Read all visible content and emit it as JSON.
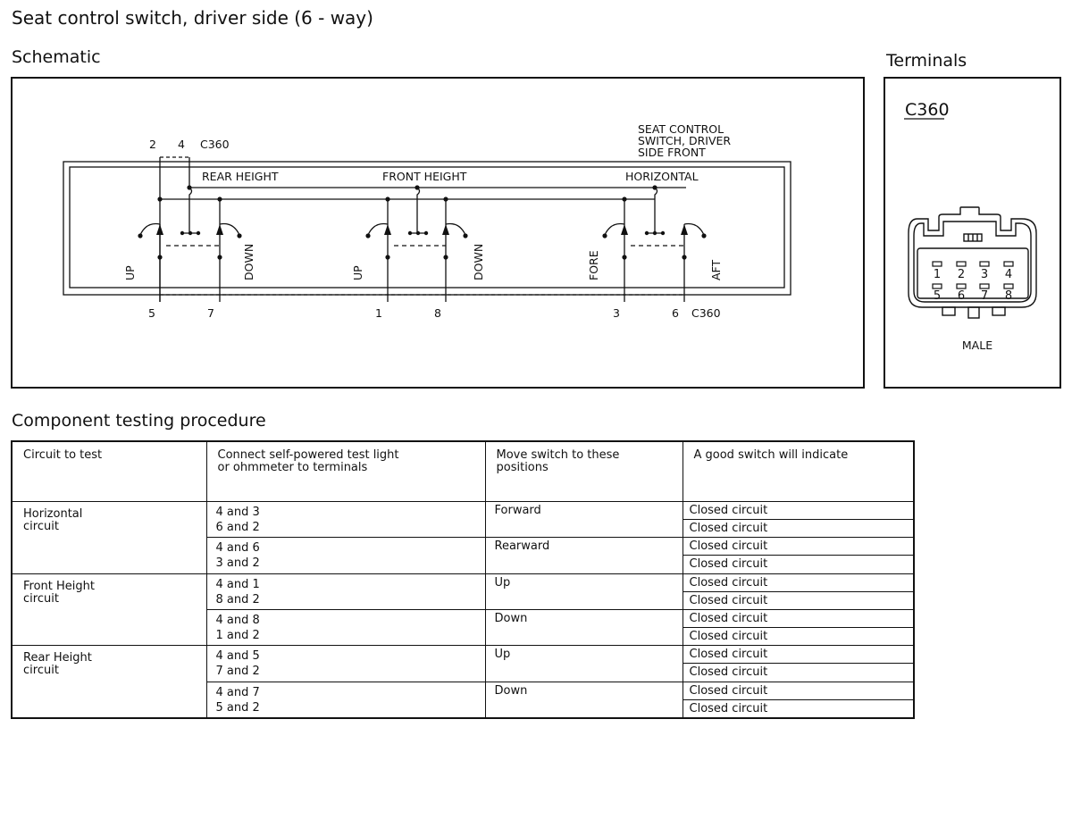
{
  "document": {
    "title": "Seat control switch, driver side (6 - way)"
  },
  "schematic": {
    "section_title": "Schematic",
    "switch_label_lines": [
      "SEAT CONTROL",
      "SWITCH, DRIVER",
      "SIDE FRONT"
    ],
    "top_pins": [
      "2",
      "4"
    ],
    "top_connector": "C360",
    "section_labels": [
      "REAR HEIGHT",
      "FRONT HEIGHT",
      "HORIZONTAL"
    ],
    "position_labels": [
      "UP",
      "DOWN",
      "UP",
      "DOWN",
      "FORE",
      "AFT"
    ],
    "bottom_pins": [
      "5",
      "7",
      "1",
      "8",
      "3",
      "6"
    ],
    "bottom_connector": "C360"
  },
  "terminals": {
    "section_title": "Terminals",
    "connector": "C360",
    "pin_numbers_top": [
      "1",
      "2",
      "3",
      "4"
    ],
    "pin_numbers_bottom": [
      "5",
      "6",
      "7",
      "8"
    ],
    "gender": "MALE"
  },
  "procedure": {
    "section_title": "Component testing procedure",
    "headers": {
      "circuit": "Circuit to test",
      "terminals": [
        "Connect self-powered test light",
        "or ohmmeter to terminals"
      ],
      "positions": [
        "Move switch to these",
        "positions"
      ],
      "result": "A good switch will indicate"
    },
    "rows": [
      {
        "circuit": [
          "Horizontal",
          "circuit"
        ],
        "tests": [
          {
            "terminals": [
              "4 and 3",
              "6 and 2"
            ],
            "position": "Forward",
            "results": [
              "Closed circuit",
              "Closed circuit"
            ]
          },
          {
            "terminals": [
              "4 and 6",
              "3 and 2"
            ],
            "position": "Rearward",
            "results": [
              "Closed circuit",
              "Closed circuit"
            ]
          }
        ]
      },
      {
        "circuit": [
          "Front Height",
          "circuit"
        ],
        "tests": [
          {
            "terminals": [
              "4 and 1",
              "8 and 2"
            ],
            "position": "Up",
            "results": [
              "Closed circuit",
              "Closed circuit"
            ]
          },
          {
            "terminals": [
              "4 and 8",
              "1 and 2"
            ],
            "position": "Down",
            "results": [
              "Closed circuit",
              "Closed circuit"
            ]
          }
        ]
      },
      {
        "circuit": [
          "Rear Height",
          "circuit"
        ],
        "tests": [
          {
            "terminals": [
              "4 and 5",
              "7 and 2"
            ],
            "position": "Up",
            "results": [
              "Closed circuit",
              "Closed circuit"
            ]
          },
          {
            "terminals": [
              "4 and 7",
              "5 and 2"
            ],
            "position": "Down",
            "results": [
              "Closed circuit",
              "Closed circuit"
            ]
          }
        ]
      }
    ]
  }
}
